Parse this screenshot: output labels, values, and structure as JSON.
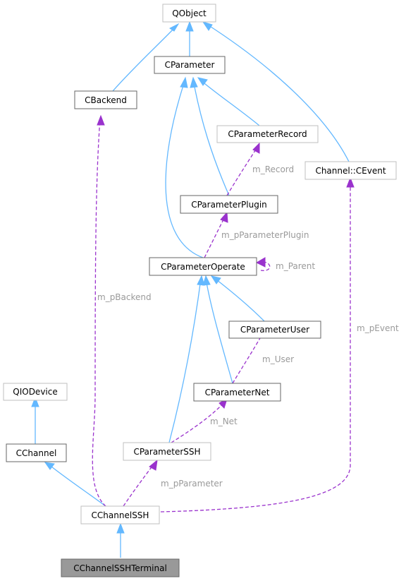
{
  "colors": {
    "inherit": "#63b8ff",
    "usage": "#9a32cd",
    "node_border": "#666666",
    "node_border_light": "#bfbfbf",
    "node_fill": "#ffffff",
    "focus_fill": "#999999",
    "edge_label": "#9a9a9a"
  },
  "nodes": {
    "qobject": "QObject",
    "cparameter": "CParameter",
    "cbackend": "CBackend",
    "cparameterrecord": "CParameterRecord",
    "channel_cevent": "Channel::CEvent",
    "cparameterplugin": "CParameterPlugin",
    "cparameteroperate": "CParameterOperate",
    "cparameteruser": "CParameterUser",
    "qiodevice": "QIODevice",
    "cparameternet": "CParameterNet",
    "cchannel": "CChannel",
    "cparameterssh": "CParameterSSH",
    "cchannelssh": "CChannelSSH",
    "cchannelsshterminal": "CChannelSSHTerminal"
  },
  "edge_labels": {
    "m_record": "m_Record",
    "m_pparameterplugin": "m_pParameterPlugin",
    "m_parent": "m_Parent",
    "m_pbackend": "m_pBackend",
    "m_pevent": "m_pEvent",
    "m_user": "m_User",
    "m_net": "m_Net",
    "m_pparameter": "m_pParameter"
  }
}
